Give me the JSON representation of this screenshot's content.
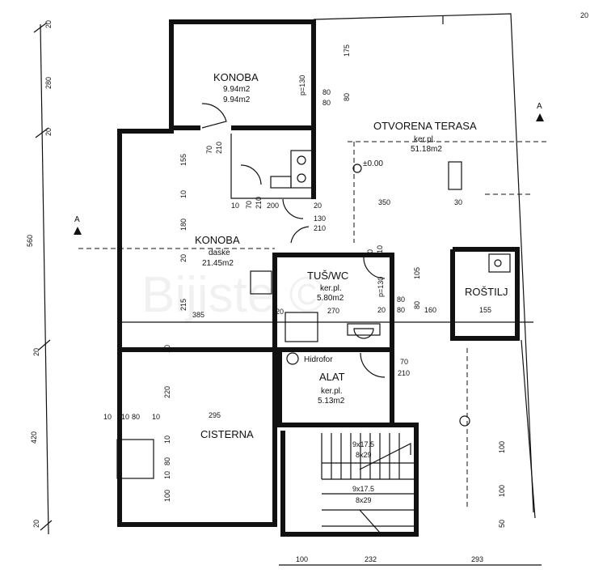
{
  "rooms": {
    "konoba_top": {
      "name": "KONOBA",
      "area1": "9.94m2",
      "area2": "9.94m2"
    },
    "otvorena_terasa": {
      "name": "OTVORENA TERASA",
      "floor": "ker.pl.",
      "area": "51.18m2"
    },
    "konoba_main": {
      "name": "KONOBA",
      "floor": "daske",
      "area": "21.45m2"
    },
    "tus_wc": {
      "name": "TUŠ/WC",
      "floor": "ker.pl.",
      "area": "5.80m2"
    },
    "rostilj": {
      "name": "ROŠTILJ"
    },
    "alat": {
      "name": "ALAT",
      "floor": "ker.pl.",
      "area": "5.13m2"
    },
    "cisterna": {
      "name": "CISTERNA"
    },
    "hidrofor": {
      "name": "Hidrofor"
    }
  },
  "level": "±0.00",
  "section_mark": "A",
  "stairs": {
    "upper_flight": "9x17.5",
    "upper_tread": "8x29",
    "lower_flight": "9x17.5",
    "lower_tread": "8x29"
  },
  "dimensions": {
    "left_chain": [
      "20",
      "280",
      "20",
      "560",
      "20",
      "420",
      "20"
    ],
    "bottom_chain": [
      "100",
      "232",
      "293"
    ],
    "top_right": [
      "175",
      "80"
    ],
    "window_konoba": [
      "80",
      "80"
    ],
    "p130_konoba": "p=130",
    "door_konoba": [
      "70",
      "210"
    ],
    "konoba_inner": [
      "155",
      "10",
      "180",
      "20",
      "215"
    ],
    "kitchen_row": [
      "10",
      "70",
      "210",
      "200",
      "20"
    ],
    "door_130": [
      "130",
      "210"
    ],
    "terasa_350": "350",
    "terasa_30": "30",
    "door_tus": [
      "70",
      "210"
    ],
    "tus_105": "105",
    "tus_p130": "p=130",
    "tus_80a": "80",
    "tus_80b": "80",
    "tus_20": "20",
    "row_385": "385",
    "row_20": "20",
    "row_270": "270",
    "row_160": "160",
    "row_155": "155",
    "row_80": "80",
    "alat_door": [
      "70",
      "210"
    ],
    "cisterna_chain": [
      "10",
      "10",
      "80",
      "10"
    ],
    "cisterna_295": "295",
    "cisterna_220": "220",
    "cisterna_10": "10",
    "cisterna_vert": [
      "10",
      "80",
      "10",
      "100"
    ],
    "right_vert": [
      "100",
      "100",
      "50"
    ],
    "corner_20": "20",
    "corner_right": "20"
  },
  "watermark": "Bijiste ©"
}
